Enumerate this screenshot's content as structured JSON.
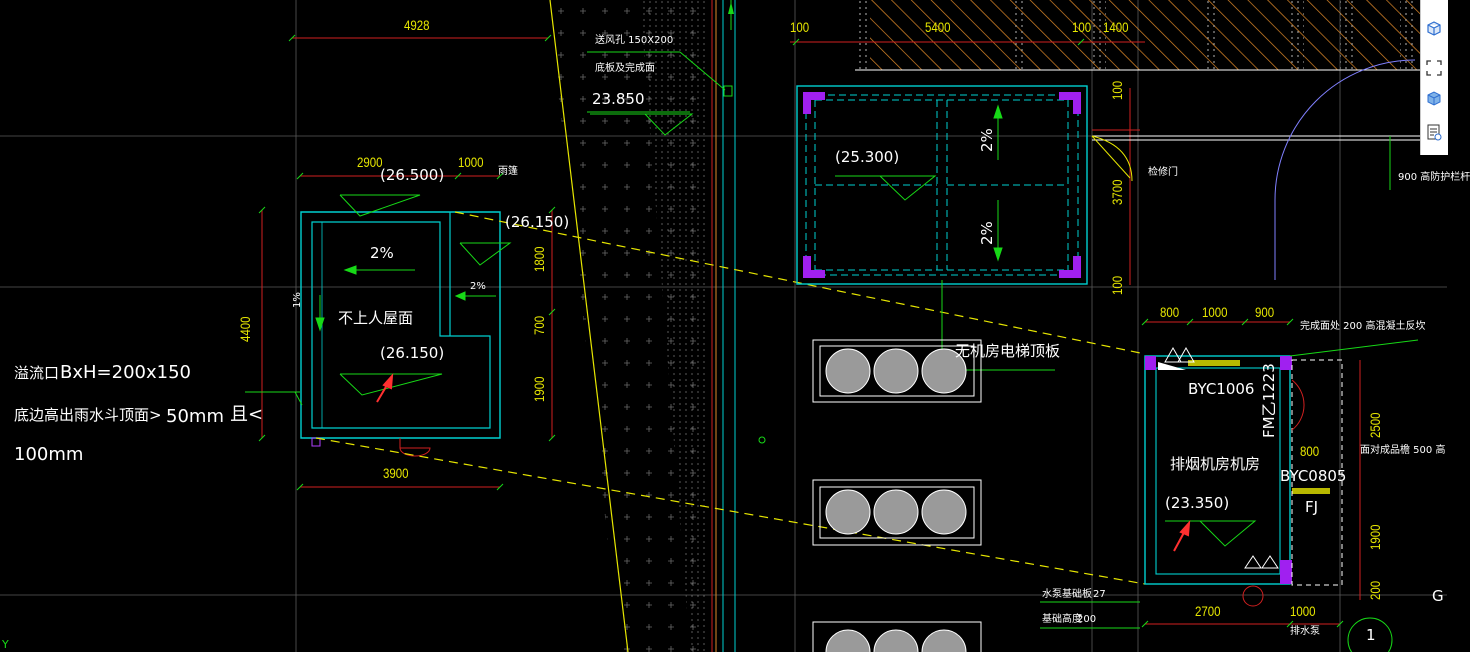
{
  "drawing": {
    "dims_top": [
      "4928",
      "100",
      "5400",
      "100",
      "1400"
    ],
    "dims_left_room": [
      "2900",
      "1000",
      "1800",
      "700",
      "1900",
      "4400",
      "3900"
    ],
    "dims_right_room": [
      "800",
      "1000",
      "900",
      "2500",
      "800",
      "1900",
      "200",
      "2700",
      "1000",
      "100",
      "3700",
      "100"
    ],
    "elevations": [
      "(26.500)",
      "(26.150)",
      "(26.150)",
      "(25.300)",
      "23.850",
      "(23.350)"
    ],
    "slopes": [
      "2%",
      "2%",
      "1%",
      "2%",
      "2%"
    ],
    "labels": {
      "roof": "不上人屋面",
      "canopy": "雨篷",
      "elevator_slab": "无机房电梯顶板",
      "fan_room": "排烟机房机房",
      "overflow_title": "溢流口",
      "overflow_size": "BxH=200x150",
      "overflow_note_a": "底边高出雨水斗顶面>",
      "overflow_note_b": "50mm",
      "overflow_note_c": "且<",
      "overflow_note_d": "100mm",
      "duct_a": "送风孔  150X200",
      "duct_b": "底板及完成面",
      "door_code_1": "BYC1006",
      "door_code_2": "BYC0805",
      "door_fm": "FM乙1223",
      "fj": "FJ",
      "finish_note": "完成面处  200  高混凝土反坎",
      "curb_note": "面对成品檐    500  高",
      "hatch_note": "检修门",
      "rail_note": "900  高防护栏杆",
      "base_a": "水泵基础板",
      "base_b": "基础高度",
      "base_c": "200",
      "base_d": "27",
      "pump_note": "排水泵",
      "axis_1": "1",
      "axis_g": "G",
      "coord_y": "Y"
    }
  },
  "viewcube": {
    "buttons": [
      "cube-icon",
      "zoom-extents-icon",
      "shaded-view-icon",
      "layer-properties-icon"
    ]
  }
}
